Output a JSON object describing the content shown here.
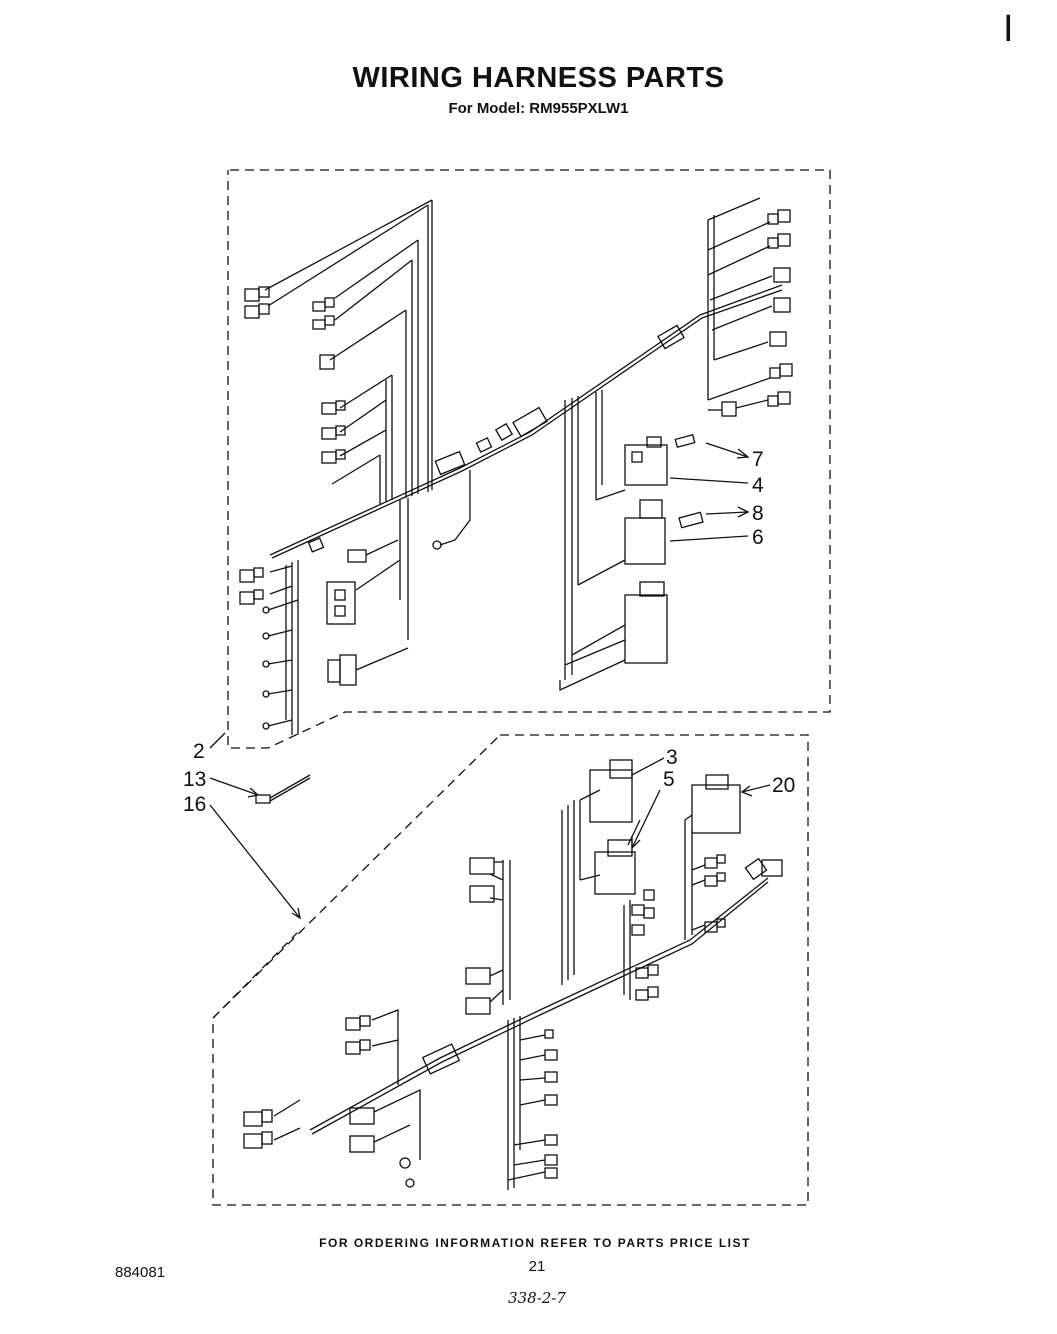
{
  "page": {
    "title": "WIRING HARNESS PARTS",
    "subtitle": "For Model: RM955PXLW1",
    "corner_mark": "I",
    "footer_note": "FOR ORDERING INFORMATION REFER TO PARTS PRICE LIST",
    "page_number": "21",
    "doc_code": "884081",
    "handwritten_note": "338-2-7"
  },
  "callouts": {
    "c7": "7",
    "c4": "4",
    "c8": "8",
    "c6": "6",
    "c2": "2",
    "c3": "3",
    "c5": "5",
    "c20": "20",
    "c13": "13",
    "c16": "16"
  }
}
